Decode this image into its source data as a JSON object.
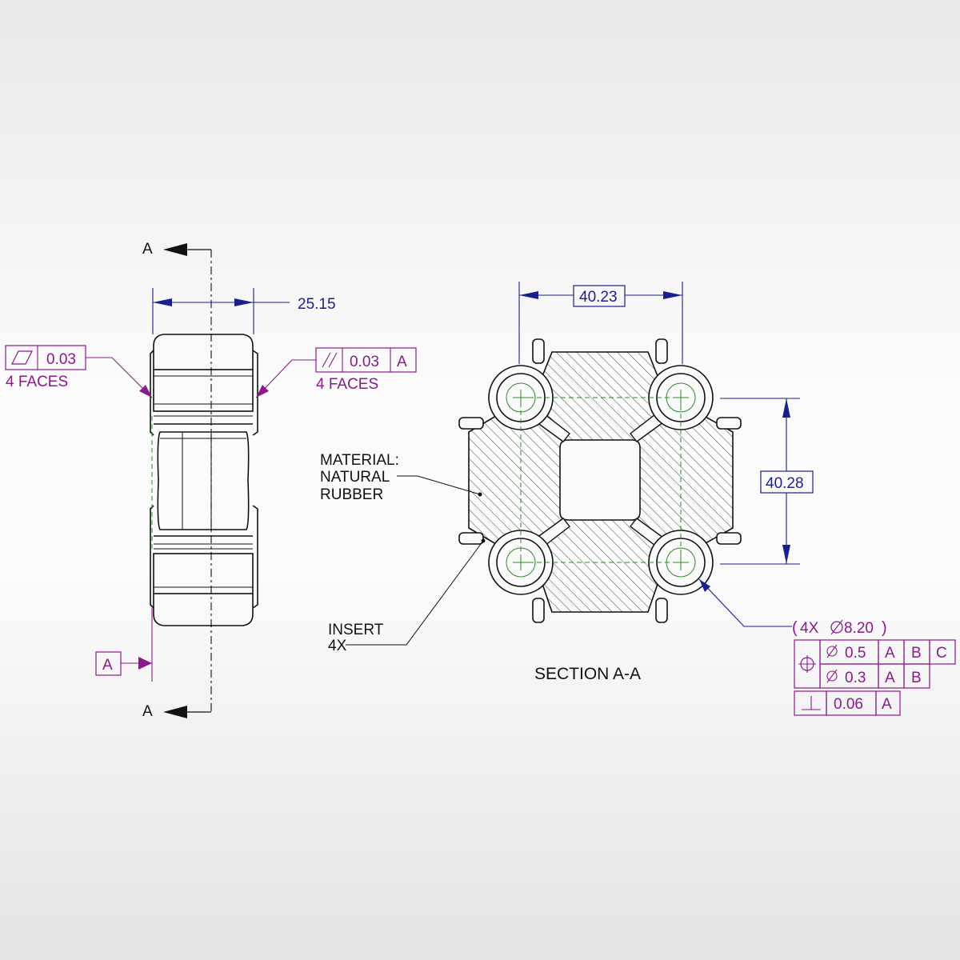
{
  "section_marks": {
    "top": "A",
    "bottom": "A"
  },
  "dimensions": {
    "thickness": "25.15",
    "width": "40.23",
    "height": "40.28"
  },
  "fcf_flatness": {
    "symbol": "flatness",
    "tolerance": "0.03",
    "note": "4 FACES"
  },
  "fcf_parallelism": {
    "symbol": "parallelism",
    "tolerance": "0.03",
    "datum": "A",
    "note": "4 FACES"
  },
  "datum_a": "A",
  "material_note": {
    "line1": "MATERIAL:",
    "line2": "NATURAL",
    "line3": "RUBBER"
  },
  "insert_note": {
    "line1": "INSERT",
    "line2": "4X"
  },
  "section_title": "SECTION A-A",
  "hole_callout": {
    "count": "4X",
    "diameter": "8.20",
    "position_row1": {
      "symbol": "position",
      "tolerance": "0.5",
      "datums": [
        "A",
        "B",
        "C"
      ]
    },
    "position_row2": {
      "tolerance": "0.3",
      "datums": [
        "A",
        "B"
      ]
    },
    "perpendicularity": {
      "symbol": "perpendicularity",
      "tolerance": "0.06",
      "datum": "A"
    }
  },
  "colors": {
    "dimension": "#1a1f8f",
    "gdt": "#8a1a8a",
    "centerline": "#2a8a2a",
    "object": "#111111"
  }
}
